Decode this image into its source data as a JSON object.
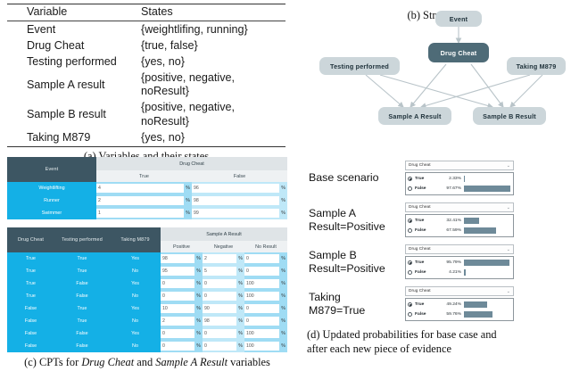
{
  "panel_a": {
    "headers": [
      "Variable",
      "States"
    ],
    "rows": [
      {
        "variable": "Event",
        "states": "{weightlifing, running}"
      },
      {
        "variable": "Drug Cheat",
        "states": "{true, false}"
      },
      {
        "variable": "Testing performed",
        "states": "{yes, no}"
      },
      {
        "variable": "Sample A result",
        "states": "{positive, negative, noResult}"
      },
      {
        "variable": "Sample B result",
        "states": "{positive, negative, noResult}"
      },
      {
        "variable": "Taking M879",
        "states": "{yes, no}"
      }
    ],
    "caption": "(a)  Variables and their states"
  },
  "panel_b": {
    "caption": "(b)  Structure",
    "nodes": [
      {
        "id": "event",
        "label": "Event",
        "style": "light"
      },
      {
        "id": "drug_cheat",
        "label": "Drug Cheat",
        "style": "dark"
      },
      {
        "id": "testing_performed",
        "label": "Testing performed",
        "style": "light"
      },
      {
        "id": "taking_m879",
        "label": "Taking M879",
        "style": "light"
      },
      {
        "id": "sample_a",
        "label": "Sample A Result",
        "style": "light"
      },
      {
        "id": "sample_b",
        "label": "Sample B Result",
        "style": "light"
      }
    ],
    "edges": [
      {
        "from": "event",
        "to": "drug_cheat"
      },
      {
        "from": "drug_cheat",
        "to": "sample_a"
      },
      {
        "from": "drug_cheat",
        "to": "sample_b"
      },
      {
        "from": "testing_performed",
        "to": "sample_a"
      },
      {
        "from": "testing_performed",
        "to": "sample_b"
      },
      {
        "from": "taking_m879",
        "to": "sample_a"
      },
      {
        "from": "taking_m879",
        "to": "sample_b"
      }
    ],
    "node_color_light": "#ccd6da",
    "node_color_dark": "#4e6b77",
    "edge_color": "#b9c4c9"
  },
  "panel_c": {
    "caption_prefix": "(c)  CPTs for ",
    "caption_it1": "Drug Cheat",
    "caption_mid": " and ",
    "caption_it2": "Sample A Result",
    "caption_suffix": " variables",
    "drug_cheat_table": {
      "parent_header": "Event",
      "child_header": "Drug Cheat",
      "state_headers": [
        "True",
        "False"
      ],
      "unit": "%",
      "rows": [
        {
          "event": "Weightlifting",
          "values": [
            "4",
            "96"
          ]
        },
        {
          "event": "Runner",
          "values": [
            "2",
            "98"
          ]
        },
        {
          "event": "Swimmer",
          "values": [
            "1",
            "99"
          ]
        }
      ]
    },
    "sample_a_table": {
      "parent_headers": [
        "Drug Cheat",
        "Testing performed",
        "Taking M879"
      ],
      "child_header": "Sample A Result",
      "state_headers": [
        "Positive",
        "Negative",
        "No Result"
      ],
      "unit": "%",
      "rows": [
        {
          "parents": [
            "True",
            "True",
            "Yes"
          ],
          "values": [
            "98",
            "2",
            "0"
          ]
        },
        {
          "parents": [
            "True",
            "True",
            "No"
          ],
          "values": [
            "95",
            "5",
            "0"
          ]
        },
        {
          "parents": [
            "True",
            "False",
            "Yes"
          ],
          "values": [
            "0",
            "0",
            "100"
          ]
        },
        {
          "parents": [
            "True",
            "False",
            "No"
          ],
          "values": [
            "0",
            "0",
            "100"
          ]
        },
        {
          "parents": [
            "False",
            "True",
            "Yes"
          ],
          "values": [
            "10",
            "90",
            "0"
          ]
        },
        {
          "parents": [
            "False",
            "True",
            "No"
          ],
          "values": [
            "2",
            "98",
            "0"
          ]
        },
        {
          "parents": [
            "False",
            "False",
            "Yes"
          ],
          "values": [
            "0",
            "0",
            "100"
          ]
        },
        {
          "parents": [
            "False",
            "False",
            "No"
          ],
          "values": [
            "0",
            "0",
            "100"
          ]
        }
      ]
    },
    "header_color": "#3d5663",
    "label_color": "#14b0e6"
  },
  "panel_d": {
    "caption_line1": "(d)  Updated probabilities for base case and",
    "caption_line2": "after each new piece of evidence",
    "bar_color": "#6e8a99",
    "scenarios": [
      {
        "label": "Base scenario",
        "node_name": "Drug Cheat",
        "states": [
          {
            "name": "True",
            "value": "2.33%",
            "pct": 2.33,
            "selected": true
          },
          {
            "name": "False",
            "value": "97.67%",
            "pct": 97.67,
            "selected": false
          }
        ]
      },
      {
        "label": "Sample A\nResult=Positive",
        "node_name": "Drug Cheat",
        "states": [
          {
            "name": "True",
            "value": "32.41%",
            "pct": 32.41,
            "selected": true
          },
          {
            "name": "False",
            "value": "67.59%",
            "pct": 67.59,
            "selected": false
          }
        ]
      },
      {
        "label": "Sample B\nResult=Positive",
        "node_name": "Drug Cheat",
        "states": [
          {
            "name": "True",
            "value": "95.79%",
            "pct": 95.79,
            "selected": true
          },
          {
            "name": "False",
            "value": "4.21%",
            "pct": 4.21,
            "selected": false
          }
        ]
      },
      {
        "label": "Taking\nM879=True",
        "node_name": "Drug Cheat",
        "states": [
          {
            "name": "True",
            "value": "49.24%",
            "pct": 49.24,
            "selected": true
          },
          {
            "name": "False",
            "value": "59.76%",
            "pct": 59.76,
            "selected": false
          }
        ]
      }
    ]
  }
}
